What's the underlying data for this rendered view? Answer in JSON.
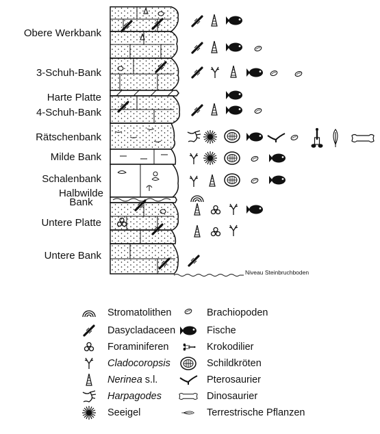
{
  "beds": [
    {
      "key": "obere-werkbank",
      "label": "Obere Werkbank"
    },
    {
      "key": "3-schuh-bank",
      "label": "3-Schuh-Bank"
    },
    {
      "key": "harte-platte",
      "label": "Harte Platte"
    },
    {
      "key": "4-schuh-bank",
      "label": "4-Schuh-Bank"
    },
    {
      "key": "raetschenbank",
      "label": "Rätschenbank"
    },
    {
      "key": "milde-bank",
      "label": "Milde Bank"
    },
    {
      "key": "schalenbank",
      "label": "Schalenbank"
    },
    {
      "key": "halbwilde-bank",
      "label_line1": "Halbwilde",
      "label_line2": "Bank"
    },
    {
      "key": "untere-platte",
      "label": "Untere Platte"
    },
    {
      "key": "untere-bank",
      "label": "Untere Bank"
    }
  ],
  "base_label": "Niveau Steinbruchboden",
  "legend": [
    {
      "icon": "stromatolith-icon",
      "label": "Stromatolithen",
      "italic": false
    },
    {
      "icon": "dasycladacean-icon",
      "label": "Dasycladaceen",
      "italic": false
    },
    {
      "icon": "foraminifera-icon",
      "label": "Foraminiferen",
      "italic": false
    },
    {
      "icon": "cladocoropsis-icon",
      "label": "Cladocoropsis",
      "italic": true
    },
    {
      "icon": "nerinea-icon",
      "label": "Nerinea",
      "suffix": " s.l.",
      "italic": true
    },
    {
      "icon": "harpagodes-icon",
      "label": "Harpagodes",
      "italic": true
    },
    {
      "icon": "sea-urchin-icon",
      "label": "Seeigel",
      "italic": false
    },
    {
      "icon": "brachiopod-icon",
      "label": "Brachiopoden",
      "italic": false
    },
    {
      "icon": "fish-icon",
      "label": "Fische",
      "italic": false
    },
    {
      "icon": "crocodile-icon",
      "label": "Krokodilier",
      "italic": false
    },
    {
      "icon": "turtle-icon",
      "label": "Schildkröten",
      "italic": false
    },
    {
      "icon": "pterosaur-icon",
      "label": "Pterosaurier",
      "italic": false
    },
    {
      "icon": "dinosaur-icon",
      "label": "Dinosaurier",
      "italic": false
    },
    {
      "icon": "plant-icon",
      "label": "Terrestrische Pflanzen",
      "italic": false
    }
  ],
  "colors": {
    "ink": "#111111",
    "background": "#ffffff"
  }
}
